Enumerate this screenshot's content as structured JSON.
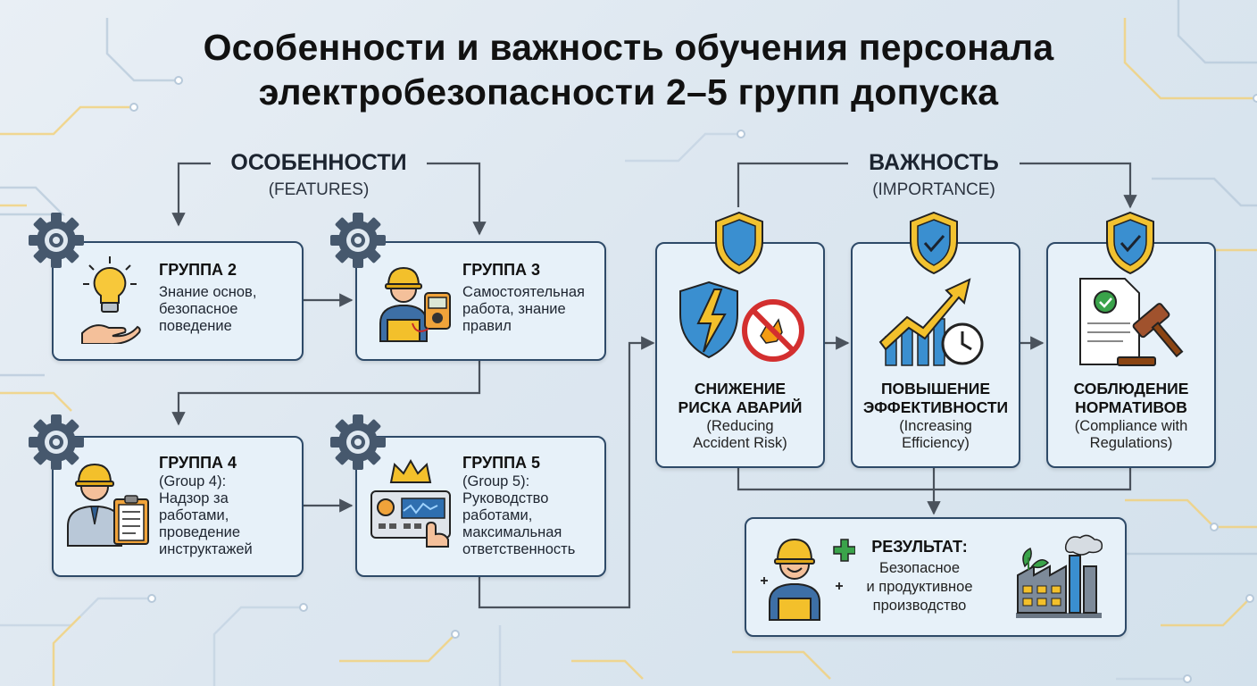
{
  "title": {
    "line1": "Особенности и важность обучения персонала",
    "line2": "электробезопасности 2–5 групп допуска"
  },
  "features": {
    "heading": "ОСОБЕННОСТИ",
    "subheading": "(FEATURES)",
    "groups": [
      {
        "title": "ГРУППА 2",
        "lines": [
          "Знание основ,",
          "безопасное",
          "поведение"
        ],
        "icon": "lightbulb-hand-icon"
      },
      {
        "title": "ГРУППА 3",
        "lines": [
          "Самостоятельная",
          "работа, знание",
          "правил"
        ],
        "icon": "worker-multimeter-icon"
      },
      {
        "title": "ГРУППА 4",
        "lines": [
          "(Group 4):",
          "Надзор за",
          "работами,",
          "проведение",
          "инструктажей"
        ],
        "icon": "supervisor-clipboard-icon"
      },
      {
        "title": "ГРУППА 5",
        "lines": [
          "(Group 5):",
          "Руководство",
          "работами,",
          "максимальная",
          "ответственность"
        ],
        "icon": "crown-control-panel-icon"
      }
    ]
  },
  "importance": {
    "heading": "ВАЖНОСТЬ",
    "subheading": "(IMPORTANCE)",
    "items": [
      {
        "title1": "СНИЖЕНИЕ",
        "title2": "РИСКА АВАРИЙ",
        "sub1": "(Reducing",
        "sub2": "Accident Risk)",
        "icon": "shield-lightning-icon"
      },
      {
        "title1": "ПОВЫШЕНИЕ",
        "title2": "ЭФФЕКТИВНОСТИ",
        "sub1": "(Increasing",
        "sub2": "Efficiency)",
        "icon": "growth-chart-icon"
      },
      {
        "title1": "СОБЛЮДЕНИЕ",
        "title2": "НОРМАТИВОВ",
        "sub1": "(Compliance with",
        "sub2": "Regulations)",
        "icon": "document-gavel-icon"
      }
    ]
  },
  "result": {
    "title": "РЕЗУЛЬТАТ:",
    "lines": [
      "Безопасное",
      "и продуктивное",
      "производство"
    ]
  },
  "colors": {
    "card_bg": "#e7f1f9",
    "card_border": "#2e4a68",
    "connector": "#4a525c",
    "shield": "#f2c230",
    "accent_blue": "#3a8fd0"
  }
}
